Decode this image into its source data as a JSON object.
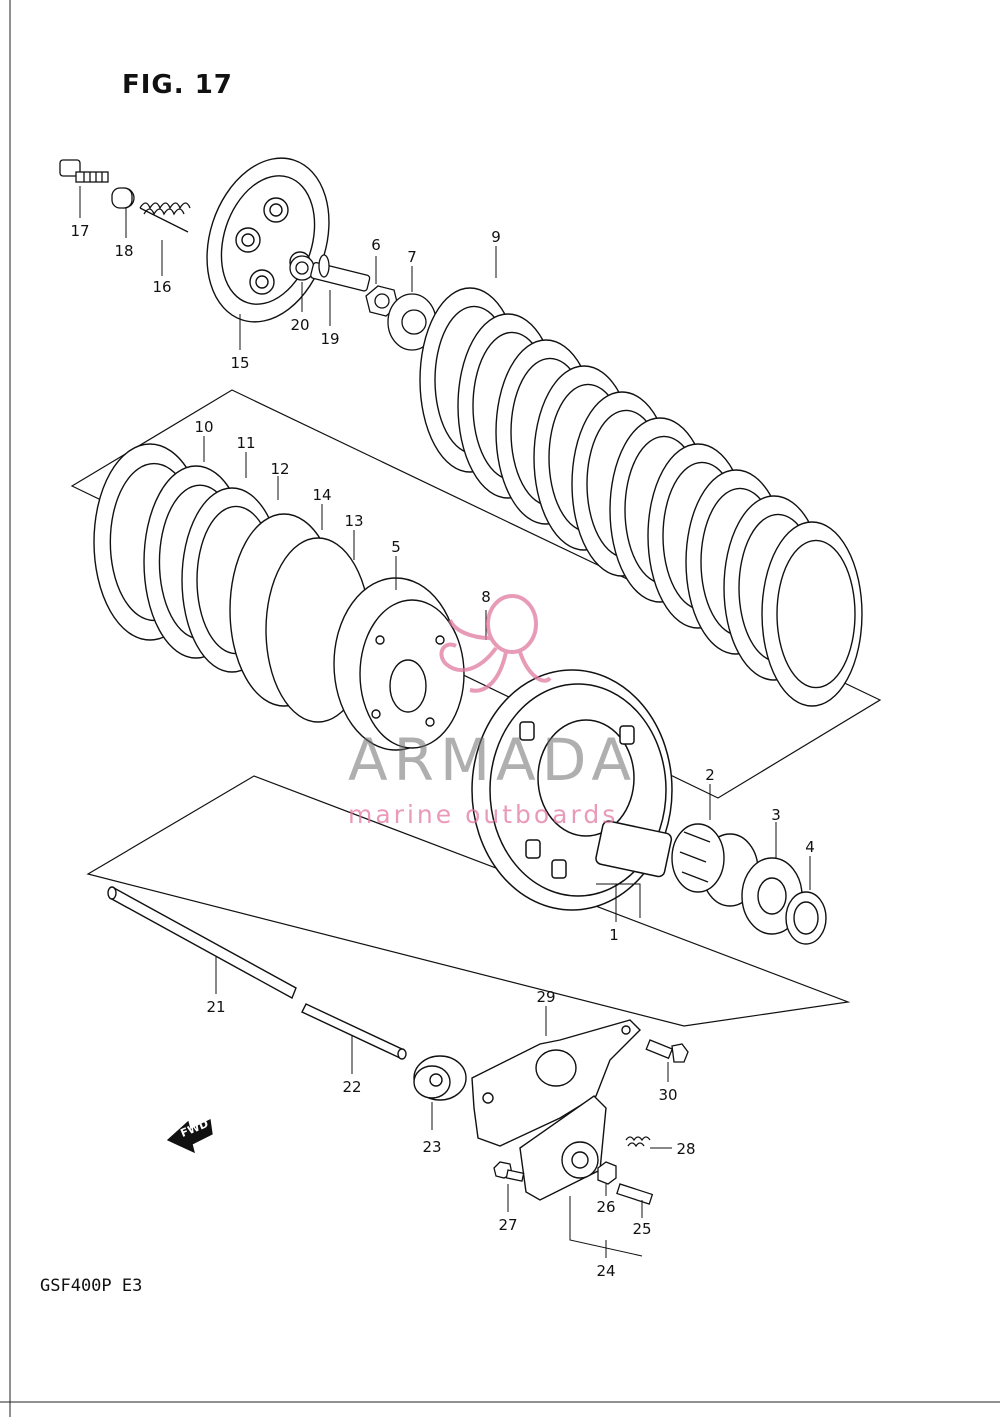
{
  "figure": {
    "title": "FIG. 17",
    "model": "GSF400P  E3",
    "fwd_label": "FWD"
  },
  "watermark": {
    "brand": "ARMADA",
    "tagline": "marine outboards",
    "logo_icon": "octopus-logo-icon",
    "accent_color": "#e07aa0"
  },
  "callouts": [
    "1",
    "2",
    "3",
    "4",
    "5",
    "6",
    "7",
    "8",
    "9",
    "10",
    "11",
    "12",
    "13",
    "14",
    "15",
    "16",
    "17",
    "18",
    "19",
    "20",
    "21",
    "22",
    "23",
    "24",
    "25",
    "26",
    "27",
    "28",
    "29",
    "30"
  ]
}
